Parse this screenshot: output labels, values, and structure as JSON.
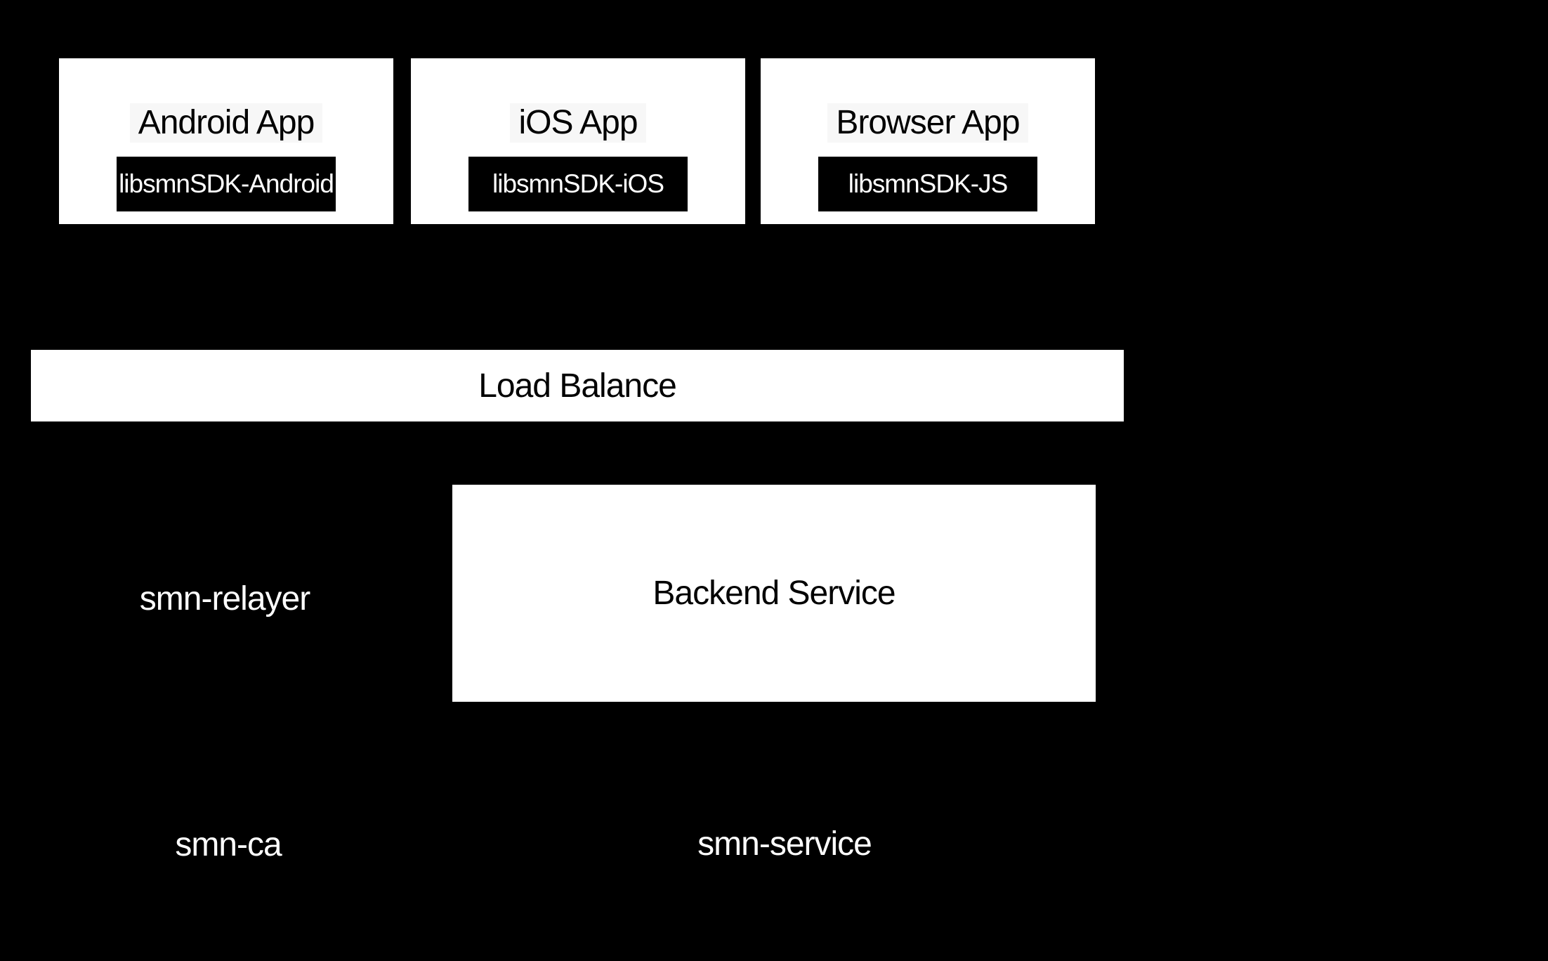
{
  "diagram": {
    "colors": {
      "background": "#000000",
      "node_fill": "#ffffff",
      "node_text": "#000000",
      "title_label_bg": "#f7f7f7",
      "badge_fill": "#000000",
      "badge_text": "#ffffff",
      "floating_label_text": "#ffffff"
    },
    "apps": [
      {
        "title": "Android App",
        "sdk_badge": "libsmnSDK-Android"
      },
      {
        "title": "iOS App",
        "sdk_badge": "libsmnSDK-iOS"
      },
      {
        "title": "Browser App",
        "sdk_badge": "libsmnSDK-JS"
      }
    ],
    "load_balancer": {
      "label": "Load Balance"
    },
    "backend": {
      "label": "Backend Service"
    },
    "floating_labels": [
      {
        "label": "smn-relayer"
      },
      {
        "label": "smn-ca"
      },
      {
        "label": "smn-service"
      }
    ]
  }
}
